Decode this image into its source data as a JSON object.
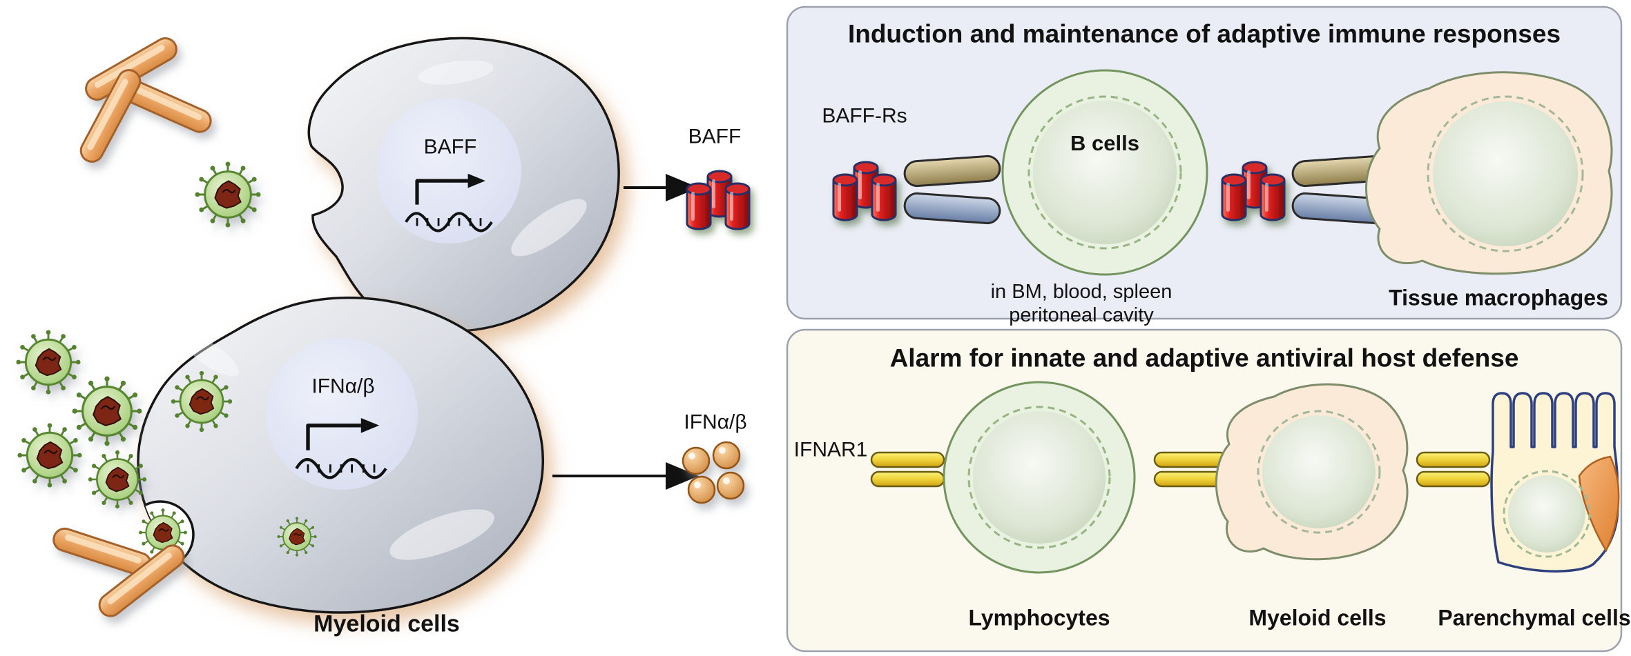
{
  "left_section": {
    "myeloid_cells_label": "Myeloid cells",
    "baff_gene_label": "BAFF",
    "ifn_gene_label": "IFNα/β"
  },
  "secreted_factors": {
    "baff_label": "BAFF",
    "ifn_label": "IFNα/β"
  },
  "adaptive_panel": {
    "title": "Induction and maintenance of adaptive immune responses",
    "baff_receptors_label": "BAFF-Rs",
    "b_cells_label": "B cells",
    "b_cells_location_line1": "in BM, blood, spleen",
    "b_cells_location_line2": "peritoneal cavity",
    "tissue_macrophages_label": "Tissue macrophages"
  },
  "antiviral_panel": {
    "title": "Alarm for innate and adaptive antiviral host defense",
    "ifnar_label": "IFNAR1",
    "cell_labels": [
      "Lymphocytes",
      "Myeloid cells",
      "Parenchymal cells"
    ]
  },
  "icons": {
    "virus": "virus-particle-icon",
    "bacteria_rod": "bacteria-rod-icon",
    "baff_trimer": "baff-cylinders-icon",
    "ifn_molecules": "ifn-molecules-icon",
    "gene_transcription": "promoter-arrow-dna-icon",
    "secretion_arrow": "secretion-arrow-icon",
    "baff_receptor": "baff-receptor-arms-icon",
    "ifnar_receptor": "ifnar-yellow-bars-icon"
  },
  "colors": {
    "baff_red": "#c61e1e",
    "ifn_orange": "#d88b42",
    "virus_green": "#a8cf7e",
    "adaptive_panel_bg": "#ebedf6",
    "antiviral_panel_bg": "#fbf8ed",
    "receptor_yellow": "#efd23a",
    "myeloid_cell_gray": "#c6cad3",
    "b_cell_green": "#e9f1e0",
    "macrophage_peach": "#fcead9"
  }
}
